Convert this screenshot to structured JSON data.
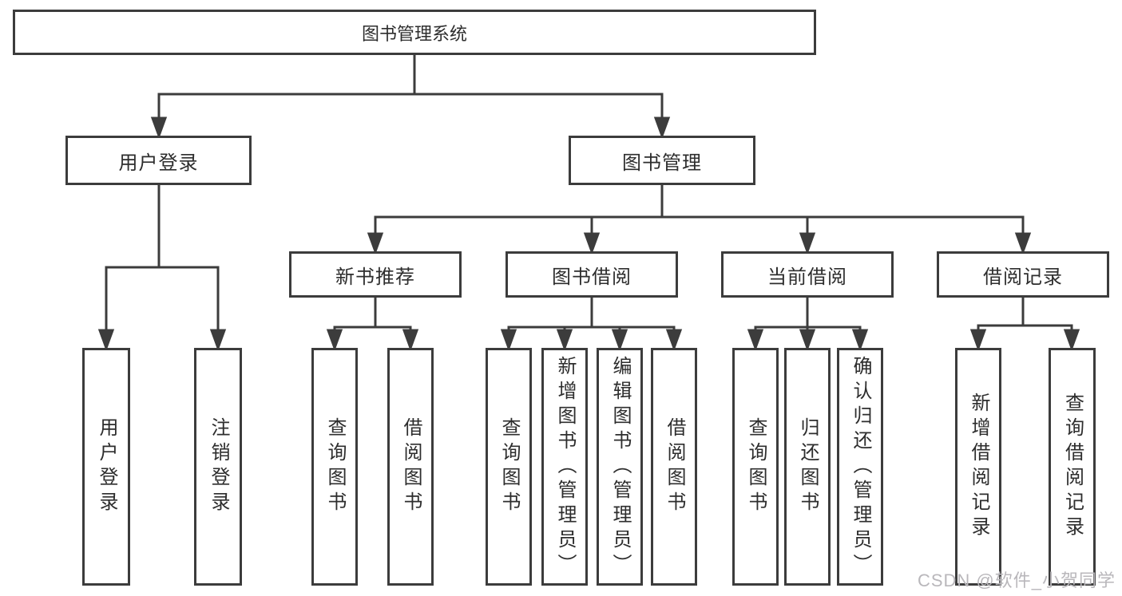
{
  "diagram": {
    "nodes": {
      "root": "图书管理系统",
      "user_login_group": "用户登录",
      "book_management": "图书管理",
      "new_book_recommend": "新书推荐",
      "book_borrow": "图书借阅",
      "current_borrow": "当前借阅",
      "borrow_records": "借阅记录"
    },
    "leaves": {
      "user_login": [
        "用户登录",
        "注销登录"
      ],
      "new_book_recommend": [
        "查询图书",
        "借阅图书"
      ],
      "book_borrow": [
        "查询图书",
        "新增图书（管理员）",
        "编辑图书（管理员）",
        "借阅图书"
      ],
      "current_borrow": [
        "查询图书",
        "归还图书",
        "确认归还（管理员）"
      ],
      "borrow_records": [
        "新增借阅记录",
        "查询借阅记录"
      ]
    },
    "watermark": "CSDN @软件_小贺同学",
    "colors": {
      "line": "#3c3c3c",
      "text": "#2d2d2d",
      "watermark": "#b9b7bb",
      "background": "#ffffff"
    }
  }
}
